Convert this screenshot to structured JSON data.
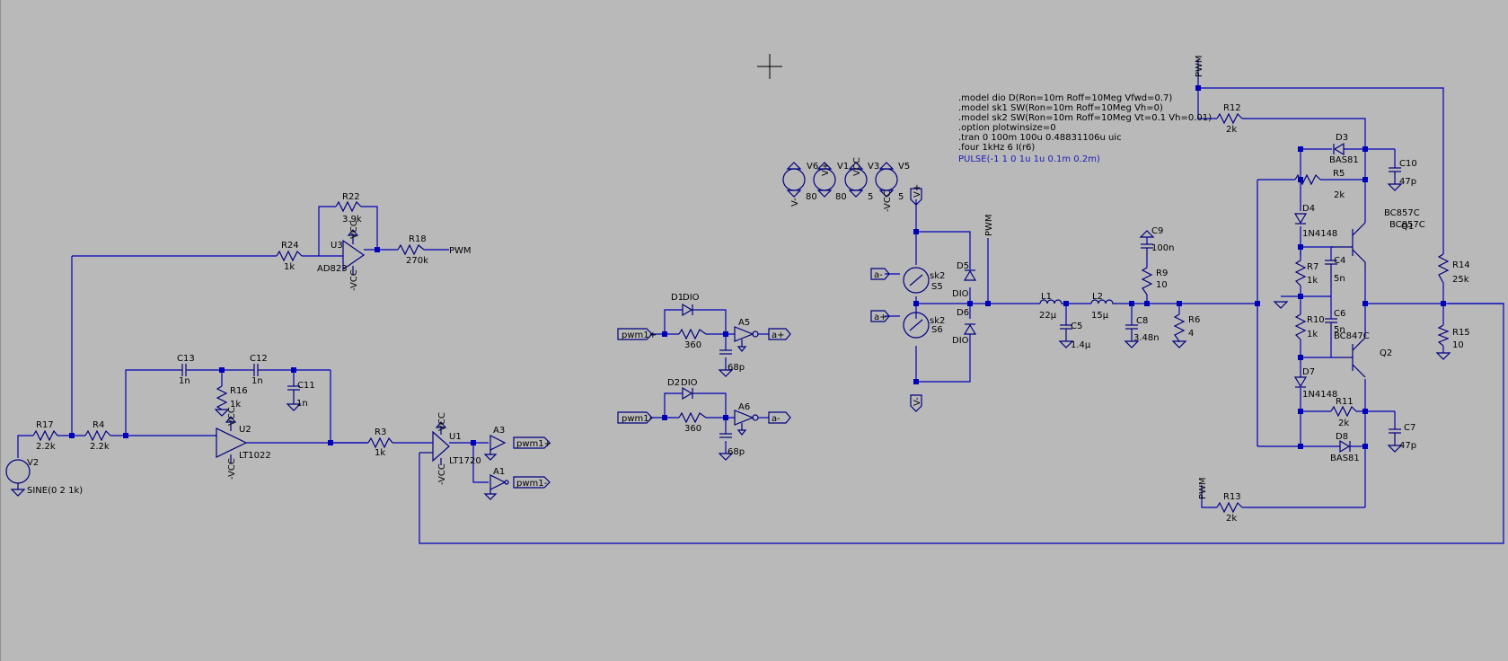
{
  "directives": [
    ".model dio D(Ron=10m Roff=10Meg Vfwd=0.7)",
    ".model sk1 SW(Ron=10m Roff=10Meg Vh=0)",
    ".model sk2 SW(Ron=10m Roff=10Meg Vt=0.1 Vh=0.01)",
    ".option plotwinsize=0",
    ".tran 0 100m 100u 0.48831106u uic",
    ".four 1kHz 6  I(r6)"
  ],
  "pulse_directive": "PULSE(-1 1 0 1u 1u 0.1m 0.2m)",
  "parts": [
    {
      "name": "R17",
      "value": "2.2k"
    },
    {
      "name": "R4",
      "value": "2.2k"
    },
    {
      "name": "V2",
      "value": "SINE(0 2 1k)"
    },
    {
      "name": "C13",
      "value": "1n"
    },
    {
      "name": "C12",
      "value": "1n"
    },
    {
      "name": "R16",
      "value": "1k"
    },
    {
      "name": "C11",
      "value": "1n"
    },
    {
      "name": "U2",
      "value": "LT1022"
    },
    {
      "name": "R3",
      "value": "1k"
    },
    {
      "name": "U1",
      "value": "LT1720"
    },
    {
      "name": "A3",
      "value": ""
    },
    {
      "name": "A1",
      "value": ""
    },
    {
      "name": "R24",
      "value": "1k"
    },
    {
      "name": "R22",
      "value": "3.9k"
    },
    {
      "name": "U3",
      "value": "AD823"
    },
    {
      "name": "R18",
      "value": "270k"
    },
    {
      "name": "D1",
      "value": "DIO"
    },
    {
      "name": "D2",
      "value": "DIO"
    },
    {
      "name": "A5",
      "value": ""
    },
    {
      "name": "A6",
      "value": ""
    },
    {
      "name": "V6",
      "value": "80"
    },
    {
      "name": "V1",
      "value": "80"
    },
    {
      "name": "V3",
      "value": "5"
    },
    {
      "name": "V5",
      "value": "5"
    },
    {
      "name": "S5",
      "value": "sk2"
    },
    {
      "name": "S6",
      "value": "sk2"
    },
    {
      "name": "D5",
      "value": "DIO"
    },
    {
      "name": "D6",
      "value": "DIO"
    },
    {
      "name": "L1",
      "value": "22µ"
    },
    {
      "name": "L2",
      "value": "15µ"
    },
    {
      "name": "C5",
      "value": "1.4µ"
    },
    {
      "name": "C8",
      "value": "3.48n"
    },
    {
      "name": "C9",
      "value": "100n"
    },
    {
      "name": "R9",
      "value": "10"
    },
    {
      "name": "R6",
      "value": "4"
    },
    {
      "name": "R12",
      "value": "2k"
    },
    {
      "name": "D3",
      "value": "BAS81"
    },
    {
      "name": "C10",
      "value": "47p"
    },
    {
      "name": "R5",
      "value": "2k"
    },
    {
      "name": "D4",
      "value": "1N4148"
    },
    {
      "name": "Q1",
      "value": "BC857C"
    },
    {
      "name": "R7",
      "value": "1k"
    },
    {
      "name": "C4",
      "value": "5n"
    },
    {
      "name": "R10",
      "value": "1k"
    },
    {
      "name": "C6",
      "value": "5n"
    },
    {
      "name": "Q2",
      "value": "BC847C"
    },
    {
      "name": "D7",
      "value": "1N4148"
    },
    {
      "name": "R11",
      "value": "2k"
    },
    {
      "name": "C7",
      "value": "47p"
    },
    {
      "name": "D8",
      "value": "BAS81"
    },
    {
      "name": "R13",
      "value": "2k"
    },
    {
      "name": "R14",
      "value": "25k"
    },
    {
      "name": "R15",
      "value": "10"
    }
  ],
  "net_labels": {
    "pwm": "PWM",
    "pwm1p": "pwm1+",
    "pwm1m": "pwm1-",
    "ap": "a+",
    "am": "a-",
    "vp": "V+",
    "vm": "V-",
    "vcc": "VCC",
    "mvcc": "-VCC"
  },
  "colors": {
    "background": "#b9b9b9",
    "wire": "#0000b8",
    "component": "#000080",
    "text": "#000000",
    "directive_blue": "#1a1ab8"
  }
}
